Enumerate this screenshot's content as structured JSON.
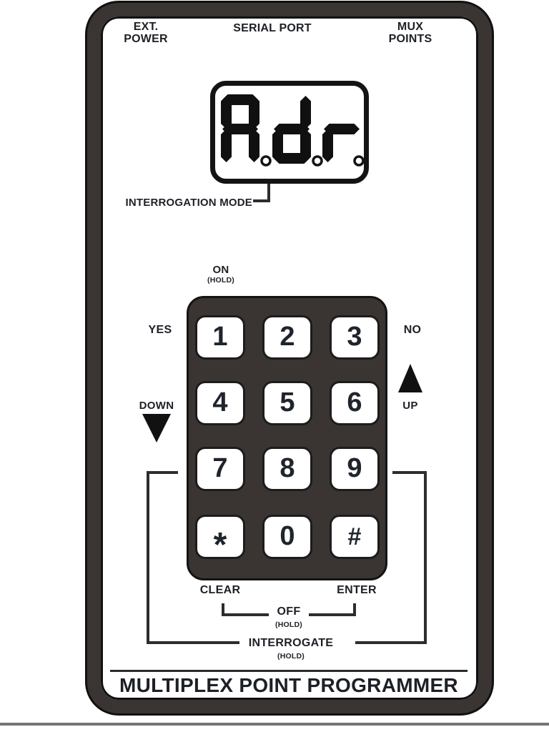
{
  "colors": {
    "frame": "#3a3532",
    "keypad_bg": "#3a3532",
    "outline": "#111111",
    "text": "#1d2026",
    "line": "#2d2d2d",
    "page_rule": "#757575",
    "lcd_segment": "#101010"
  },
  "top_labels": {
    "ext_power_line1": "EXT.",
    "ext_power_line2": "POWER",
    "serial_port": "SERIAL PORT",
    "mux_points_line1": "MUX",
    "mux_points_line2": "POINTS"
  },
  "display": {
    "value": "A.d.r.",
    "annotation": "INTERROGATION MODE"
  },
  "keypad": {
    "keys": [
      "1",
      "2",
      "3",
      "4",
      "5",
      "6",
      "7",
      "8",
      "9",
      "*",
      "0",
      "#"
    ],
    "labels": {
      "on": "ON",
      "on_hold": "(HOLD)",
      "yes": "YES",
      "no": "NO",
      "down": "DOWN",
      "up": "UP",
      "clear": "CLEAR",
      "enter": "ENTER",
      "off": "OFF",
      "off_hold": "(HOLD)",
      "interrogate": "INTERROGATE",
      "interrogate_hold": "(HOLD)"
    }
  },
  "footer": {
    "title": "MULTIPLEX POINT PROGRAMMER"
  }
}
